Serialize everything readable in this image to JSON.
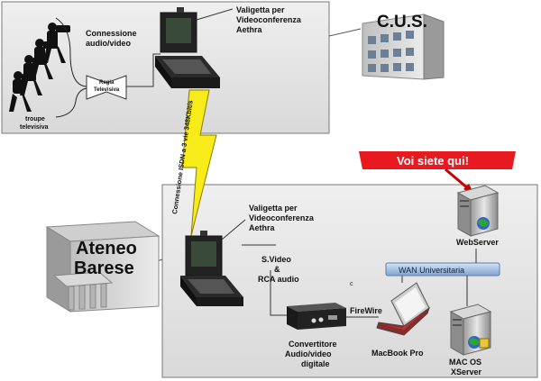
{
  "top_box": {
    "troupe_label_line1": "troupe",
    "troupe_label_line2": "televisiva",
    "regia_line1": "Regia",
    "regia_line2": "Televisiva",
    "connessione_line1": "Connessione",
    "connessione_line2": "audio/video",
    "valigetta_line1": "Valigetta per",
    "valigetta_line2": "Videoconferenza",
    "valigetta_line3": "Aethra"
  },
  "cus_label": "C.U.S.",
  "isdn_label": "Connessione ISDN a 3 vie 348Kbit/s",
  "banner": {
    "text": "Voi siete qui!",
    "color": "#e8191f"
  },
  "bottom_box": {
    "valigetta_line1": "Valigetta per",
    "valigetta_line2": "Videoconferenza",
    "valigetta_line3": "Aethra",
    "svideo_line1": "S.Video",
    "svideo_line2": "&",
    "svideo_line3": "RCA audio",
    "small_c": "c",
    "convertitore_line1": "Convertitore",
    "convertitore_line2": "Audio/video",
    "convertitore_line3": "digitale",
    "firewire": "FireWire",
    "macbook": "MacBook Pro",
    "webserver": "WebServer",
    "wan": "WAN Universitaria",
    "macos_line1": "MAC OS",
    "macos_line2": "XServer"
  },
  "ateneo_line1": "Ateneo",
  "ateneo_line2": "Barese",
  "icons": [
    "cameraman-icon",
    "monitor-icon",
    "suitcase-icon",
    "building-icon",
    "university-icon",
    "server-icon",
    "laptop-icon",
    "converter-icon",
    "lightning-icon"
  ]
}
